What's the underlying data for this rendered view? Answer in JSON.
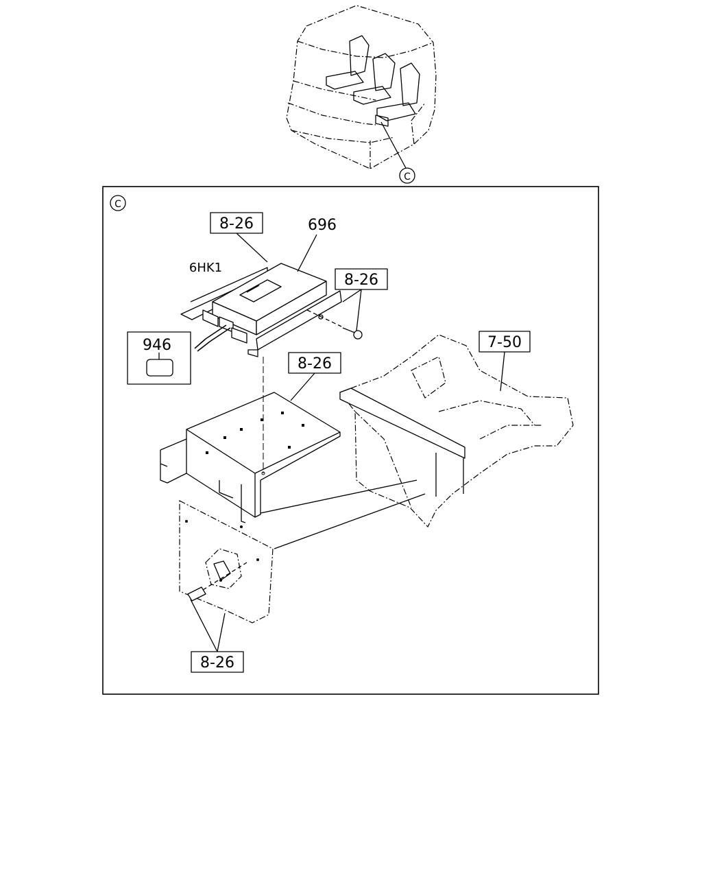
{
  "figure": {
    "detail_marker": "C",
    "labels": {
      "ecu_part": "696",
      "engine_code": "6HK1",
      "ref_upper_left": "8-26",
      "ref_upper_right": "8-26",
      "ref_middle": "8-26",
      "ref_lower": "8-26",
      "ref_frame": "7-50",
      "part_946": "946"
    }
  }
}
